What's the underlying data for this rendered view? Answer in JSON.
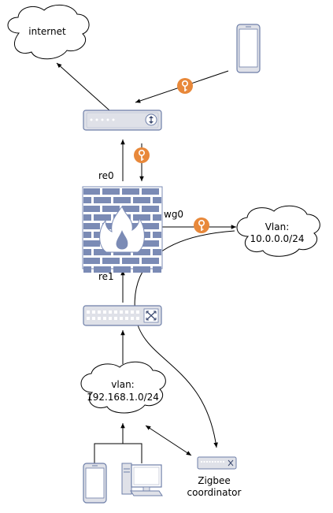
{
  "nodes": {
    "internet": {
      "label": "internet"
    },
    "vlan_wg": {
      "label_line1": "Vlan:",
      "label_line2": "10.0.0.0/24"
    },
    "vlan_lan": {
      "label_line1": "vlan:",
      "label_line2": "192.168.1.0/24"
    },
    "zigbee": {
      "label_line1": "Zigbee",
      "label_line2": "coordinator"
    }
  },
  "interfaces": {
    "re0": "re0",
    "re1": "re1",
    "wg0": "wg0"
  },
  "colors": {
    "device_fill": "#dfe1e8",
    "device_stroke": "#6d7ea8",
    "firewall_brick": "#7b8bb5",
    "firewall_fire": "#ffffff",
    "key_badge": "#e8883a"
  },
  "icons": [
    "cloud",
    "smartphone",
    "router",
    "vpn-key",
    "firewall",
    "switch",
    "desktop-computer",
    "zigbee-hub"
  ]
}
